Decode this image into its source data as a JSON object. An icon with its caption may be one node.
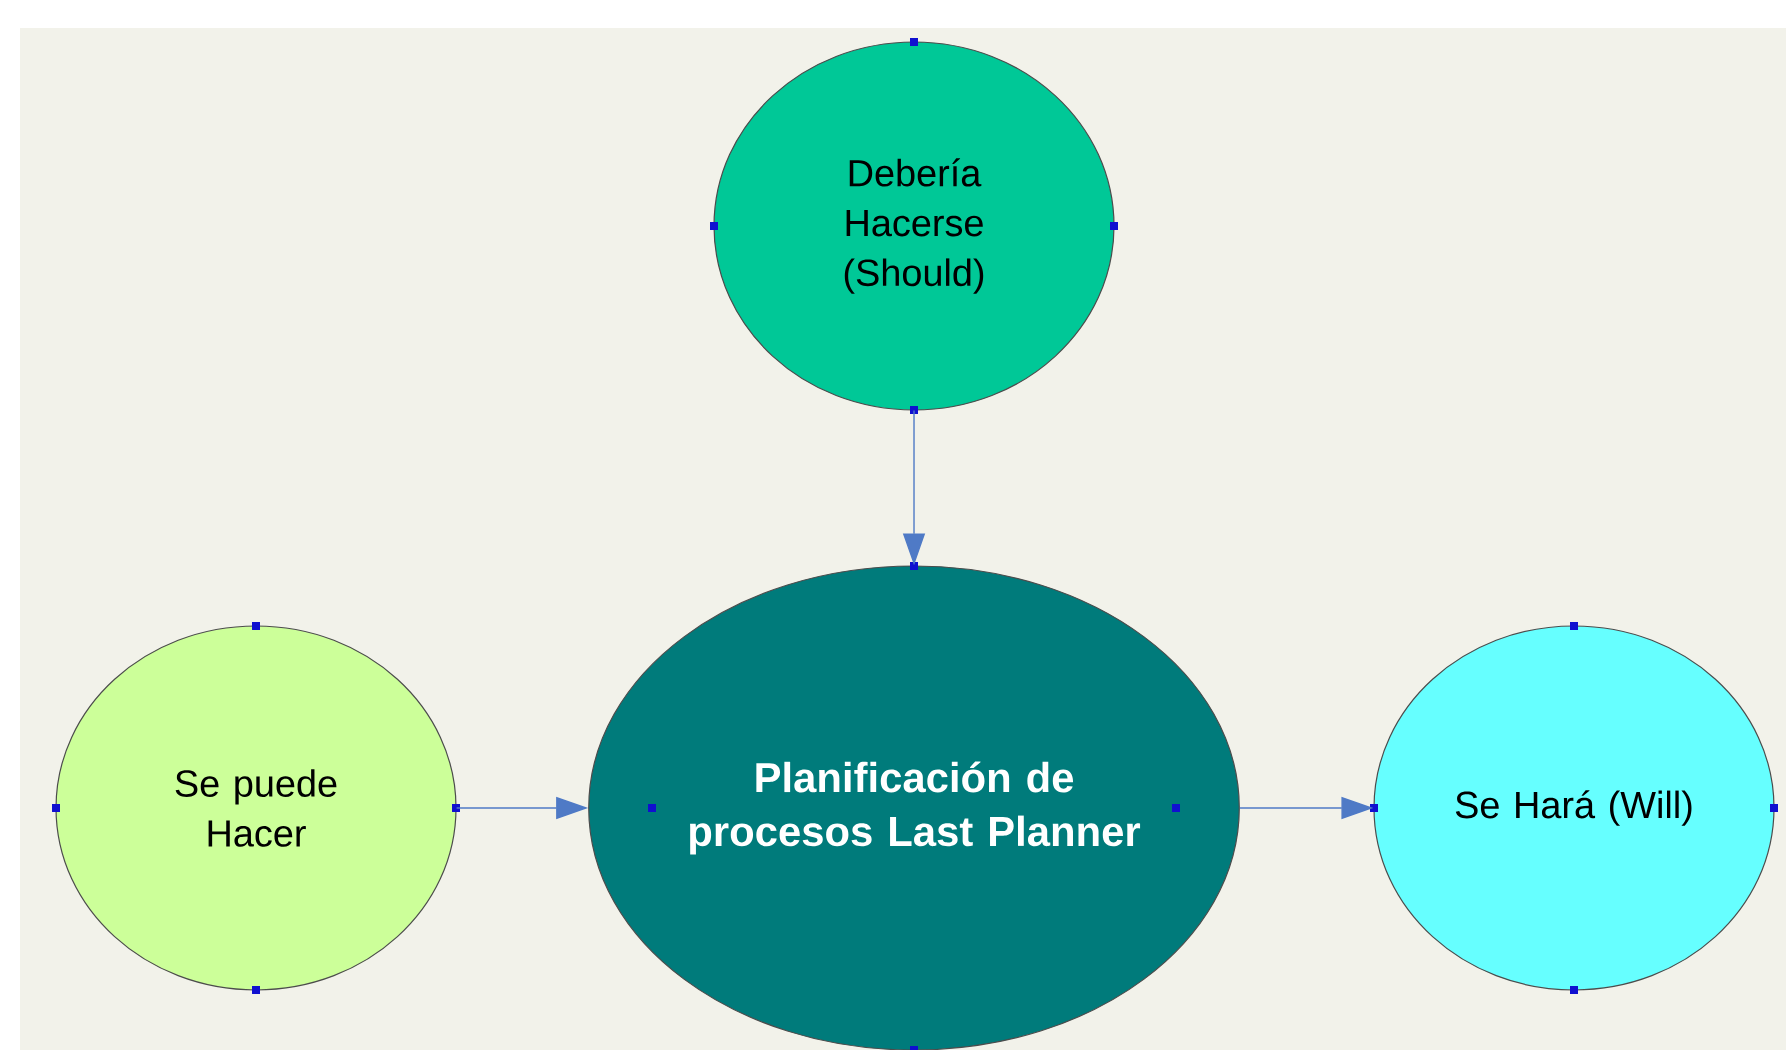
{
  "diagram": {
    "nodes": [
      {
        "text": [
          "Debería Hacerse (Should)"
        ]
      },
      {
        "text": [
          "Planificación de procesos Last Planner"
        ]
      },
      {
        "text": [
          "Se puede Hacer"
        ]
      },
      {
        "text": [
          "Se Hará (Will)"
        ]
      }
    ],
    "edges": [
      {
        "from": 0,
        "to": 1,
        "arrow": "to"
      },
      {
        "from": 2,
        "to": 1,
        "arrow": "to"
      },
      {
        "from": 1,
        "to": 3,
        "arrow": "to"
      }
    ]
  }
}
